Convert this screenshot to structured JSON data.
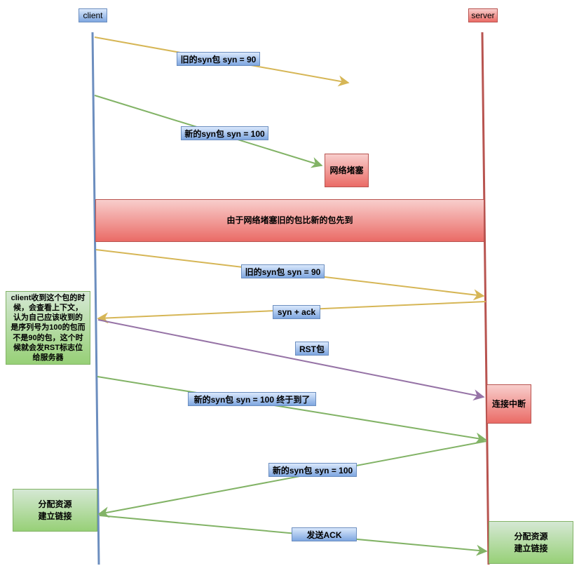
{
  "participants": {
    "client": "client",
    "server": "server"
  },
  "messages": [
    {
      "id": "old_syn_1",
      "label": "旧的syn包 syn = 90",
      "color": "#d6b656"
    },
    {
      "id": "new_syn_1",
      "label": "新的syn包 syn = 100",
      "color": "#82b366"
    },
    {
      "id": "old_syn_2",
      "label": "旧的syn包 syn = 90",
      "color": "#d6b656"
    },
    {
      "id": "syn_ack",
      "label": "syn + ack",
      "color": "#d6b656"
    },
    {
      "id": "rst",
      "label": "RST包",
      "color": "#9673a6"
    },
    {
      "id": "new_syn_2",
      "label": "新的syn包 syn = 100  终于到了",
      "color": "#82b366"
    },
    {
      "id": "new_syn_3",
      "label": "新的syn包 syn = 100",
      "color": "#82b366"
    },
    {
      "id": "send_ack",
      "label": "发送ACK",
      "color": "#82b366"
    }
  ],
  "notes": {
    "network_congestion": "网络堵塞",
    "banner": "由于网络堵塞旧的包比新的包先到",
    "client_explanation": "client收到这个包的时\n候，会查看上下文，\n认为自己应该收到的\n是序列号为100的包而\n不是90的包，这个时\n候就会发RST标志位\n给服务器",
    "connection_interrupted": "连接中断",
    "client_allocate": "分配资源\n建立链接",
    "server_allocate": "分配资源\n建立链接"
  },
  "colors": {
    "client_lifeline": "#6c8ebf",
    "server_lifeline": "#b85450"
  }
}
